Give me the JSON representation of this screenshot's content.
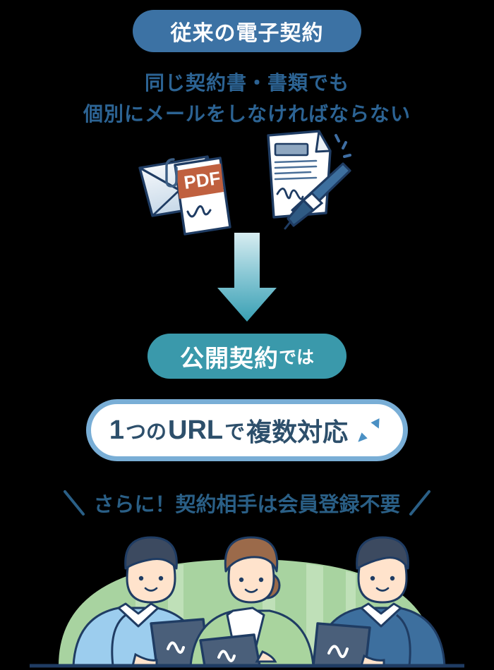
{
  "badges": {
    "legacy": {
      "label": "従来の電子契約"
    },
    "public": {
      "main": "公開契約",
      "suffix": "では"
    },
    "url": {
      "num": "1",
      "tsuno": "つの",
      "url": "URL",
      "de": "で",
      "rest": "複数対応",
      "icon": "cursor-arrow-icon"
    }
  },
  "headline": {
    "line1": "同じ契約書・書類でも",
    "line2": "個別にメールをしなければならない"
  },
  "caption": {
    "left_mark": "＼",
    "text": "さらに！契約相手は会員登録不要",
    "right_mark": "／"
  },
  "illustrations": {
    "documents": {
      "name": "documents-illustration",
      "pdf_label": "PDF",
      "parts": [
        "envelope-icon",
        "pdf-document-icon",
        "contract-document-icon",
        "pen-icon",
        "sparkle-icon"
      ]
    },
    "people": {
      "name": "people-illustration",
      "parts": [
        "person-left-icon",
        "person-center-icon",
        "person-right-icon",
        "tablet-icon",
        "green-arc-backdrop"
      ]
    },
    "arrow": {
      "name": "down-arrow",
      "direction": "down"
    }
  },
  "colors": {
    "background": "#000000",
    "legacy_badge": "#3c72a4",
    "public_badge": "#3a99ab",
    "url_badge_border": "#79aed6",
    "url_badge_text": "#2d4f6b",
    "headline_text": "#2c6393",
    "caption_text": "#2a5f86",
    "arrow_top": "#cfe9ee",
    "arrow_bottom": "#3ba0b4",
    "pdf_band": "#c0603f",
    "ink_outline": "#1f3c63",
    "green_arc": "#a8d3a0",
    "tablet": "#4a5f7a"
  }
}
